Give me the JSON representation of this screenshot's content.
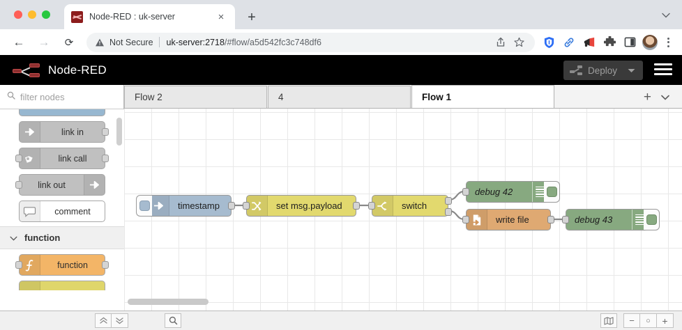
{
  "browser": {
    "tab": {
      "title": "Node-RED : uk-server",
      "favicon": "node-red-favicon",
      "close": "×"
    },
    "new_tab": "+",
    "expand": "⌄",
    "toolbar": {
      "back": "←",
      "forward": "→",
      "reload": "⟳",
      "security_label": "Not Secure",
      "url_host": "uk-server:2718",
      "url_path": "/#flow/a5d542fc3c748df6",
      "share": "share-icon",
      "bookmark": "star-icon",
      "extensions": [
        "shield-icon",
        "link-icon",
        "megaphone-icon",
        "puzzle-icon",
        "sidebar-icon"
      ],
      "profile": "avatar",
      "menu": "kebab-menu-icon"
    }
  },
  "nodered": {
    "header": {
      "title": "Node-RED",
      "logo": "node-red-logo",
      "deploy_label": "Deploy",
      "deploy_caret": "▾",
      "menu": "hamburger-icon"
    },
    "palette": {
      "search_placeholder": "filter nodes",
      "search_value": "",
      "search_icon": "search-icon",
      "nodes": [
        {
          "label": "link in",
          "icon": "link-in-icon",
          "color": "pal-grey",
          "ports": "out"
        },
        {
          "label": "link call",
          "icon": "link-call-icon",
          "color": "pal-grey",
          "ports": "both"
        },
        {
          "label": "link out",
          "icon": "link-out-icon",
          "color": "pal-grey",
          "ports": "in",
          "icon_side": "right"
        },
        {
          "label": "comment",
          "icon": "comment-icon",
          "color": "pal-white",
          "ports": "none"
        }
      ],
      "category": {
        "label": "function",
        "chevron": "⌄"
      },
      "category_nodes": [
        {
          "label": "function",
          "icon": "function-icon",
          "color": "pal-orange",
          "ports": "both"
        }
      ]
    },
    "tabs": [
      {
        "label": "Flow 2",
        "active": false
      },
      {
        "label": "4",
        "active": false
      },
      {
        "label": "Flow 1",
        "active": true
      }
    ],
    "tab_actions": {
      "add": "+",
      "menu": "▾"
    },
    "flow_nodes": [
      {
        "id": "inject",
        "label": "timestamp",
        "icon": "inject-arrow-icon",
        "type": "inject"
      },
      {
        "id": "change",
        "label": "set msg.payload",
        "icon": "change-shuffle-icon",
        "type": "change"
      },
      {
        "id": "switch",
        "label": "switch",
        "icon": "switch-branch-icon",
        "type": "switch"
      },
      {
        "id": "debug42",
        "label": "debug 42",
        "icon": "debug-lines-icon",
        "type": "debug"
      },
      {
        "id": "file",
        "label": "write file",
        "icon": "file-write-icon",
        "type": "file"
      },
      {
        "id": "debug43",
        "label": "debug 43",
        "icon": "debug-lines-icon",
        "type": "debug"
      }
    ]
  },
  "statusbar": {
    "collapse_all": "collapse-all-icon",
    "expand_all": "expand-all-icon",
    "search": "search-icon",
    "navigator": "navigator-map-icon",
    "zoom_out": "−",
    "zoom_reset": "○",
    "zoom_in": "+"
  },
  "colors": {
    "inject": "#a6bbcf",
    "change": "#e2d96e",
    "switch": "#e2d96e",
    "debug": "#87a980",
    "file": "#dfa972",
    "header_bg": "#000000",
    "brand_red": "#8f3030"
  }
}
